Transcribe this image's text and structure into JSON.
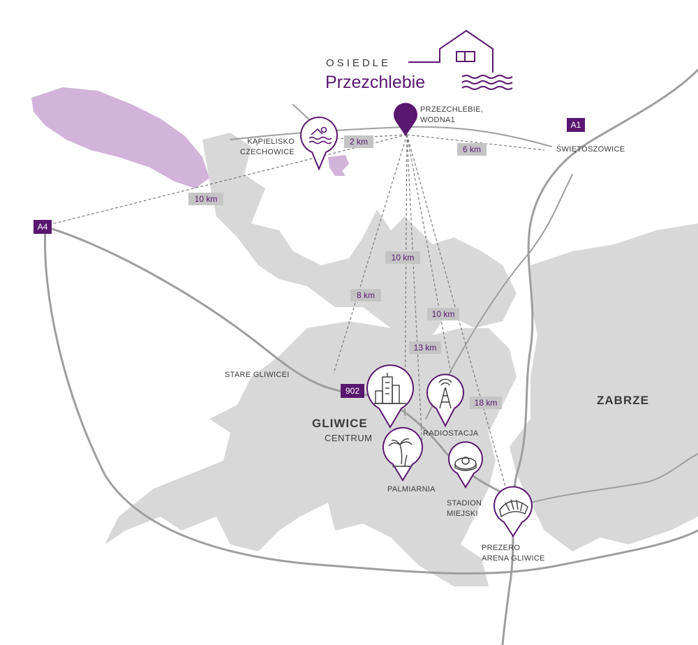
{
  "logo": {
    "line1": "OSIEDLE",
    "line2": "Przezchlebie"
  },
  "location": {
    "line1": "PRZEZCHLEBIE,",
    "line2": "WODNA1"
  },
  "places": {
    "kapielisko_1": "KĄPIELISKO",
    "kapielisko_2": "CZECHOWICE",
    "swietoszowice": "ŚWIĘTOSZOWICE",
    "stare_gliwice": "STARE GLIWICEI",
    "gliwice": "GLIWICE",
    "centrum": "CENTRUM",
    "radiostacja": "RADIOSTACJA",
    "palmiarnia": "PALMIARNIA",
    "stadion_1": "STADION",
    "stadion_2": "MIEJSKI",
    "arena_1": "PREZERO",
    "arena_2": "ARENA GLIWICE",
    "zabrze": "ZABRZE"
  },
  "roads": {
    "a1": "A1",
    "a4": "A4",
    "r902": "902"
  },
  "distances": {
    "kapielisko": "2 km",
    "swietoszowice": "6 km",
    "a4": "10 km",
    "centrum": "8 km",
    "palmiarnia": "10 km",
    "radiostacja": "10 km",
    "stadion": "13 km",
    "arena": "18 km"
  },
  "colors": {
    "accent": "#5a1770",
    "lake": "#d2b3d9",
    "urban": "#d8d8d8",
    "road": "#9a9a9a"
  },
  "icons": {
    "location": "map-pin-icon",
    "kapielisko": "swimmer-icon",
    "centrum": "city-buildings-icon",
    "radiostacja": "radio-tower-icon",
    "palmiarnia": "palm-tree-icon",
    "stadion": "stadium-icon",
    "arena": "arena-icon"
  }
}
